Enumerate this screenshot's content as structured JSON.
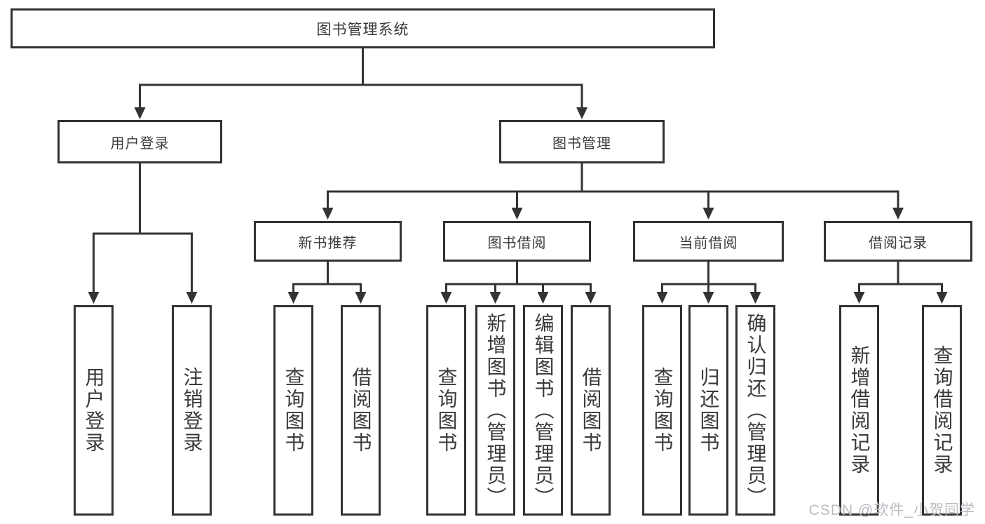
{
  "colors": {
    "line": "#333333",
    "box_border": "#323232",
    "text": "#3a3a3a",
    "background": "#ffffff",
    "watermark": "#b9bdc2"
  },
  "watermark": {
    "text": "CSDN @软件_小贺同学"
  },
  "tree": {
    "label": "图书管理系统",
    "children": [
      {
        "label": "用户登录",
        "children": [
          {
            "label": "用户登录"
          },
          {
            "label": "注销登录"
          }
        ]
      },
      {
        "label": "图书管理",
        "children": [
          {
            "label": "新书推荐",
            "children": [
              {
                "label": "查询图书"
              },
              {
                "label": "借阅图书"
              }
            ]
          },
          {
            "label": "图书借阅",
            "children": [
              {
                "label": "查询图书"
              },
              {
                "label": "新增图书（管理员）"
              },
              {
                "label": "编辑图书（管理员）"
              },
              {
                "label": "借阅图书"
              }
            ]
          },
          {
            "label": "当前借阅",
            "children": [
              {
                "label": "查询图书"
              },
              {
                "label": "归还图书"
              },
              {
                "label": "确认归还（管理员）"
              }
            ]
          },
          {
            "label": "借阅记录",
            "children": [
              {
                "label": "新增借阅记录"
              },
              {
                "label": "查询借阅记录"
              }
            ]
          }
        ]
      }
    ]
  }
}
